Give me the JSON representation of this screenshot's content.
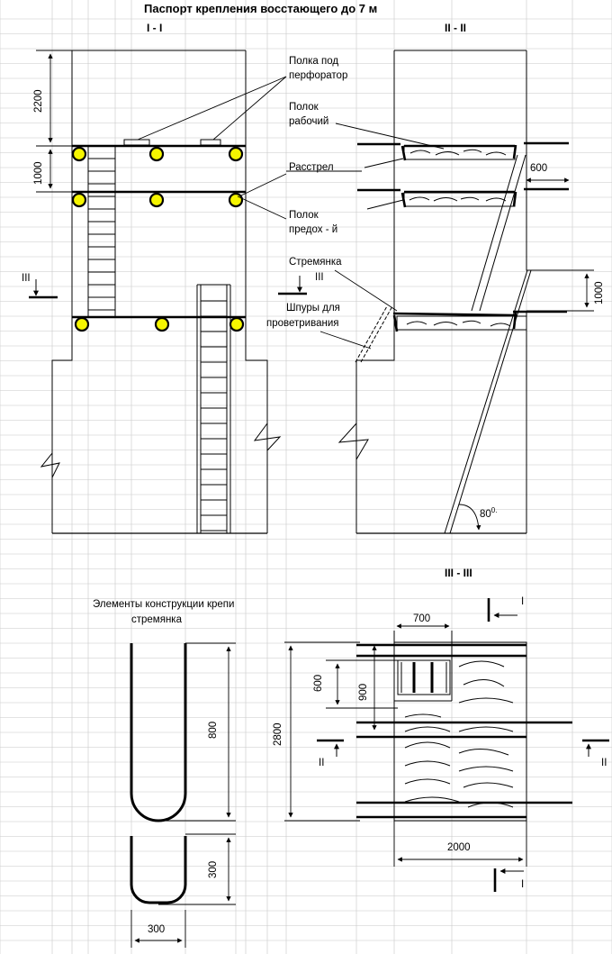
{
  "title": "Паспорт крепления восстающего до 7 м",
  "sections": {
    "s1": "I - I",
    "s2": "II  -  II",
    "s3": "III - III"
  },
  "labels": {
    "polka_line1": "Полка  под",
    "polka_line2": "перфоратор",
    "polok_work_line1": "Полок",
    "polok_work_line2": "рабочий",
    "rasstrel": "Расстрел",
    "polok_pred_line1": "Полок",
    "polok_pred_line2": "предох - й",
    "stremyanka": "Стремянка",
    "shpury_line1": "Шпуры для",
    "shpury_line2": "проветривания",
    "elements_line1": "Элементы конструкции крепи",
    "elements_line2": "стремянка",
    "cut_III_left": "III",
    "cut_III_right": "III",
    "cut_II_left": "II",
    "cut_II_right": "II",
    "cut_I_top": "I",
    "cut_I_bottom": "I"
  },
  "dimensions": {
    "d2200": "2200",
    "d1000_left": "1000",
    "d600_top": "600",
    "d1000_right": "1000",
    "angle": "80",
    "angle_sup": "0.",
    "d700": "700",
    "d600_plan": "600",
    "d900": "900",
    "d2800": "2800",
    "d2000": "2000",
    "d800": "800",
    "d300_v": "300",
    "d300_h": "300"
  },
  "colors": {
    "bolt_fill": "#f5f500",
    "line": "#000000",
    "grid": "#c8c8c8"
  }
}
